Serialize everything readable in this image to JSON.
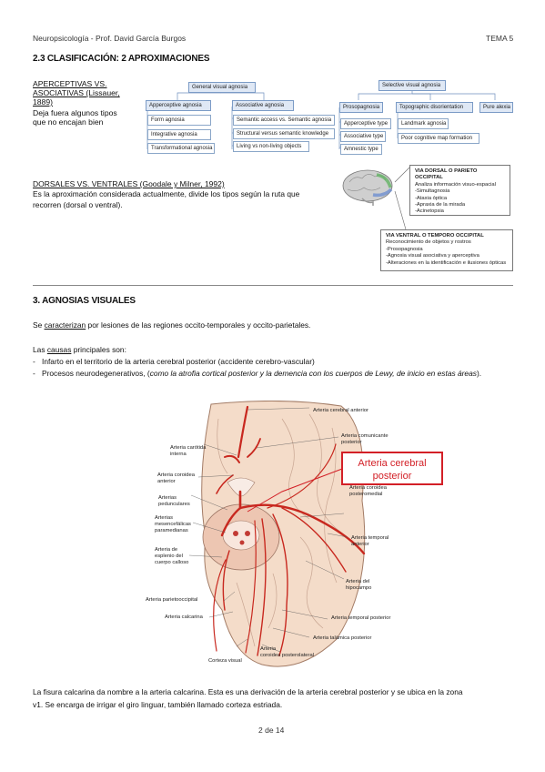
{
  "header": {
    "left": "Neuropsicología - Prof. David García Burgos",
    "right": "TEMA 5"
  },
  "section_2_3": {
    "title": "2.3 CLASIFICACIÓN: 2 APROXIMACIONES",
    "left_title_line1": "APERCEPTIVAS VS.",
    "left_title_line2": "ASOCIATIVAS (Lissauer,",
    "left_title_line3": "1889)",
    "left_text_line1": "Deja fuera algunos tipos",
    "left_text_line2": "que no encajan bien",
    "diagram_left": {
      "root": "General visual agnosia",
      "col1_head": "Apperceptive agnosia",
      "col1": [
        "Form agnosia",
        "Integrative agnosia",
        "Transformational agnosia"
      ],
      "col2_head": "Associative agnosia",
      "col2": [
        "Semantic access vs. Semantic agnosia",
        "Structural versus semantic knowledge",
        "Living vs non-living objects"
      ]
    },
    "diagram_right": {
      "root": "Selective visual agnosia",
      "col1_head": "Prosopagnosia",
      "col1": [
        "Apperceptive type",
        "Associative type",
        "Amnestic type"
      ],
      "col2_head": "Topographic disorientation",
      "col2": [
        "Landmark agnosia",
        "Poor cognitive map formation"
      ],
      "col3_head": "Pure alexia"
    },
    "dorsal_title": "DORSALES VS. VENTRALES (Goodale y Milner, 1992)",
    "dorsal_text_line1": "Es la aproximación considerada actualmente, divide los tipos según la ruta que",
    "dorsal_text_line2": "recorren (dorsal o ventral).",
    "dorsal_panel": {
      "title": "VIA DORSAL O PARIETO OCCIPITAL",
      "lines": [
        "Analiza información visuo-espacial",
        "-Simultagnosia",
        "-Ataxia óptica",
        "-Apraxia de la mirada",
        "-Acinetopsia"
      ]
    },
    "ventral_panel": {
      "title": "VIA VENTRAL O TEMPORO OCCIPITAL",
      "lines": [
        "Reconocimiento de objetos y rostros",
        "-Prosopagnosia",
        "-Agnosia visual asociativa y aperceptiva",
        "-Alteraciones en la identificación e ilusiones ópticas"
      ]
    }
  },
  "section_3": {
    "title": "3. AGNOSIAS VISUALES",
    "p1_pre": "Se ",
    "p1_u": "caracterizan",
    "p1_post": " por lesiones de las regiones occito-temporales y occito-parietales.",
    "p2_pre": "Las ",
    "p2_u": "causas",
    "p2_post": " principales son:",
    "bullet1": "Infarto en el territorio de la arteria cerebral posterior (accidente cerebro-vascular)",
    "bullet2_pre": "Procesos neurodegenerativos, (",
    "bullet2_italic": "como la atrofia cortical posterior y la demencia con los cuerpos de Lewy, de inicio en estas áreas",
    "bullet2_post": ").",
    "figure": {
      "highlight_line1": "Arteria cerebral",
      "highlight_line2": "posterior",
      "labels": {
        "carotida": "Arteria carótida\ninterna",
        "coroidea_ant": "Arteria coroidea\nanterior",
        "pedunculares": "Arterias\npedunculares",
        "mesencefalicas": "Arterias\nmesencefálicas\nparamedianas",
        "esplenio": "Arteria de\nesplenio del\ncuerpo calloso",
        "parietooccipital": "Arteria parietooccipital",
        "calcarina": "Arteria calcarina",
        "corteza_visual": "Corteza visual",
        "coroidea_postlat": "Arteria\ncoroidea posterolateral",
        "talamica": "Arteria talámica posterior",
        "temporal_post": "Arteria temporal posterior",
        "hipocampo": "Arteria del\nhipocampo",
        "temporal_ant": "Arteria temporal\nanterior",
        "coroidea_postmed": "Arteria coroidea\nposteromedial",
        "comunicante": "Arteria comunicante\nposterior",
        "cerebral_ant": "Arteria cerebral anterior"
      }
    },
    "p3_line1": "La fisura calcarina da nombre a la arteria calcarina. Esta es una derivación de la arteria cerebral posterior y se ubica en la zona",
    "p3_line2": "v1. Se encarga de irrigar el giro linguar, también llamado corteza estriada."
  },
  "footer": {
    "page": "2 de 14"
  }
}
